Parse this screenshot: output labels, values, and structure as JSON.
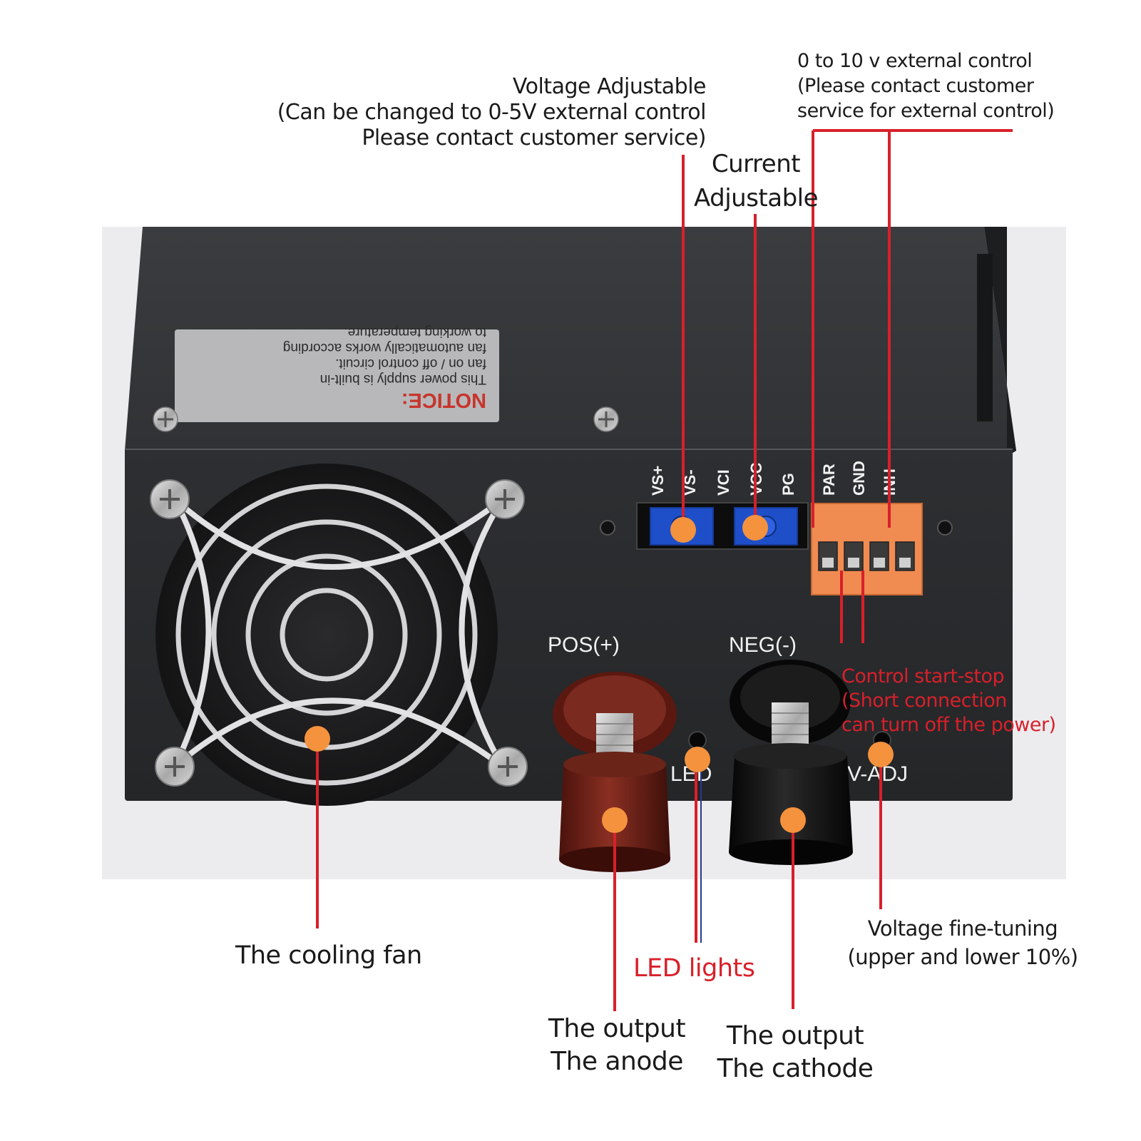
{
  "callouts": {
    "voltage_adjustable": {
      "lines": [
        "Voltage Adjustable",
        "(Can be changed to 0-5V external control",
        "Please contact customer service)"
      ]
    },
    "current_adjustable": {
      "lines": [
        "Current",
        "Adjustable"
      ]
    },
    "external_control": {
      "lines": [
        "0 to 10 v external control",
        "(Please contact customer",
        "service for external control)"
      ]
    },
    "control_start_stop": {
      "lines": [
        "Control start-stop",
        "(Short connection",
        "can turn off the power)"
      ]
    },
    "voltage_fine_tuning": {
      "lines": [
        "Voltage fine-tuning",
        "(upper and lower 10%)"
      ]
    },
    "cooling_fan": {
      "text": "The cooling fan"
    },
    "led_lights": {
      "text": "LED lights"
    },
    "output_anode": {
      "lines": [
        "The output",
        "The anode"
      ]
    },
    "output_cathode": {
      "lines": [
        "The output",
        "The cathode"
      ]
    }
  },
  "device": {
    "notice_title": "NOTICE:",
    "notice_lines": [
      "This power supply is built-in",
      "fan on / off control circuit.",
      "fan automatically works according",
      "to working temperature."
    ],
    "terminal_labels": [
      "VS+",
      "VS-",
      "VCI",
      "VCC",
      "PG",
      "PAR",
      "GND",
      "INH"
    ],
    "pos_label": "POS(+)",
    "neg_label": "NEG(-)",
    "led_label": "LED",
    "vadj_label": "V-ADJ"
  },
  "colors": {
    "leader_line": "#d8202a",
    "marker_dot": "#f5923e",
    "callout_red_text": "#d8202a",
    "housing": "#2b2d30",
    "terminal_block": "#f08c52",
    "potentiometer": "#1e4fc9",
    "anode_post": "#6e1f16",
    "cathode_post": "#0f0f10"
  }
}
